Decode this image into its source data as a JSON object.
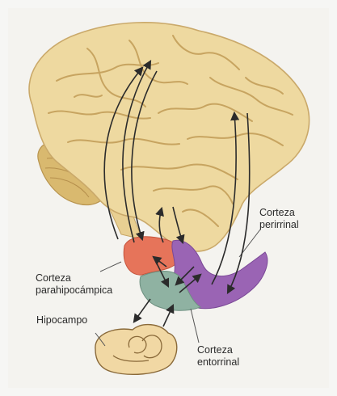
{
  "labels": {
    "corteza_perirrinal": {
      "line1": "Corteza",
      "line2": "perirrinal"
    },
    "corteza_parahipocampica": {
      "line1": "Corteza",
      "line2": "parahipocámpica"
    },
    "hipocampo": "Hipocampo",
    "corteza_entorrinal": {
      "line1": "Corteza",
      "line2": "entorrinal"
    }
  },
  "colors": {
    "background": "#f6f6f4",
    "brain": "#eed9a0",
    "brain_outline": "#caa96a",
    "sulci": "#c7a460",
    "cerebellum": "#d9b96f",
    "parahipocampica": "#e6745a",
    "perirrinal": "#9a64b4",
    "entorrinal": "#8fb2a2",
    "hipocampo": "#f1d8a4",
    "arrows": "#2b2b2b"
  }
}
